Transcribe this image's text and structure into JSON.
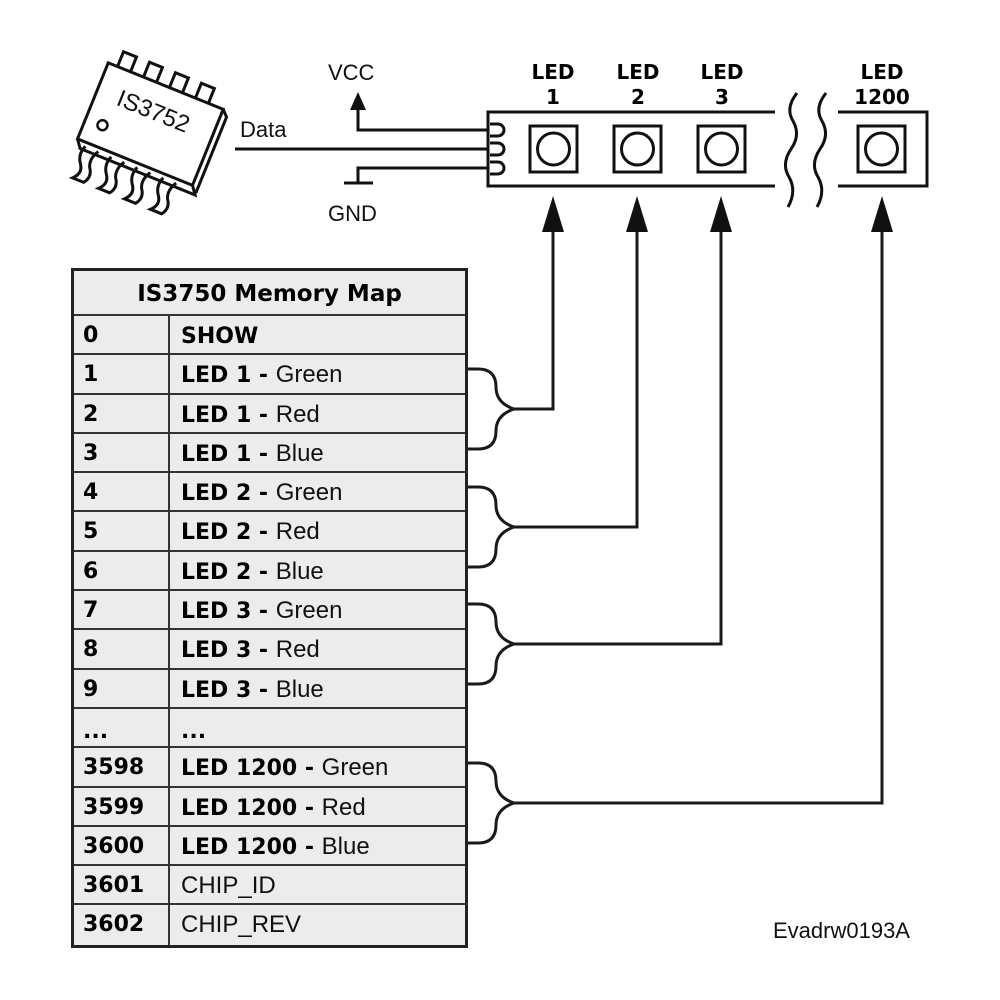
{
  "chip": {
    "label": "IS3752"
  },
  "wires": {
    "vcc_label": "VCC",
    "data_label": "Data",
    "gnd_label": "GND"
  },
  "strip": {
    "leds": [
      {
        "line1": "LED",
        "line2": "1"
      },
      {
        "line1": "LED",
        "line2": "2"
      },
      {
        "line1": "LED",
        "line2": "3"
      },
      {
        "line1": "LED",
        "line2": "1200"
      }
    ]
  },
  "memory_map": {
    "title": "IS3750 Memory Map",
    "rows": [
      {
        "addr": "0",
        "bold": "SHOW",
        "rest": ""
      },
      {
        "addr": "1",
        "bold": "LED 1 - ",
        "rest": "Green"
      },
      {
        "addr": "2",
        "bold": "LED 1 - ",
        "rest": "Red"
      },
      {
        "addr": "3",
        "bold": "LED 1 - ",
        "rest": "Blue"
      },
      {
        "addr": "4",
        "bold": "LED 2 - ",
        "rest": "Green"
      },
      {
        "addr": "5",
        "bold": "LED 2 - ",
        "rest": "Red"
      },
      {
        "addr": "6",
        "bold": "LED 2 - ",
        "rest": "Blue"
      },
      {
        "addr": "7",
        "bold": "LED 3 - ",
        "rest": "Green"
      },
      {
        "addr": "8",
        "bold": "LED 3 - ",
        "rest": "Red"
      },
      {
        "addr": "9",
        "bold": "LED 3 - ",
        "rest": "Blue"
      },
      {
        "addr": "...",
        "bold": "...",
        "rest": ""
      },
      {
        "addr": "3598",
        "bold": "LED 1200 - ",
        "rest": "Green"
      },
      {
        "addr": "3599",
        "bold": "LED 1200 - ",
        "rest": "Red"
      },
      {
        "addr": "3600",
        "bold": "LED 1200 - ",
        "rest": "Blue"
      },
      {
        "addr": "3601",
        "bold": "",
        "rest": "CHIP_ID"
      },
      {
        "addr": "3602",
        "bold": "",
        "rest": "CHIP_REV"
      }
    ]
  },
  "figure_code": "Evadrw0193A"
}
